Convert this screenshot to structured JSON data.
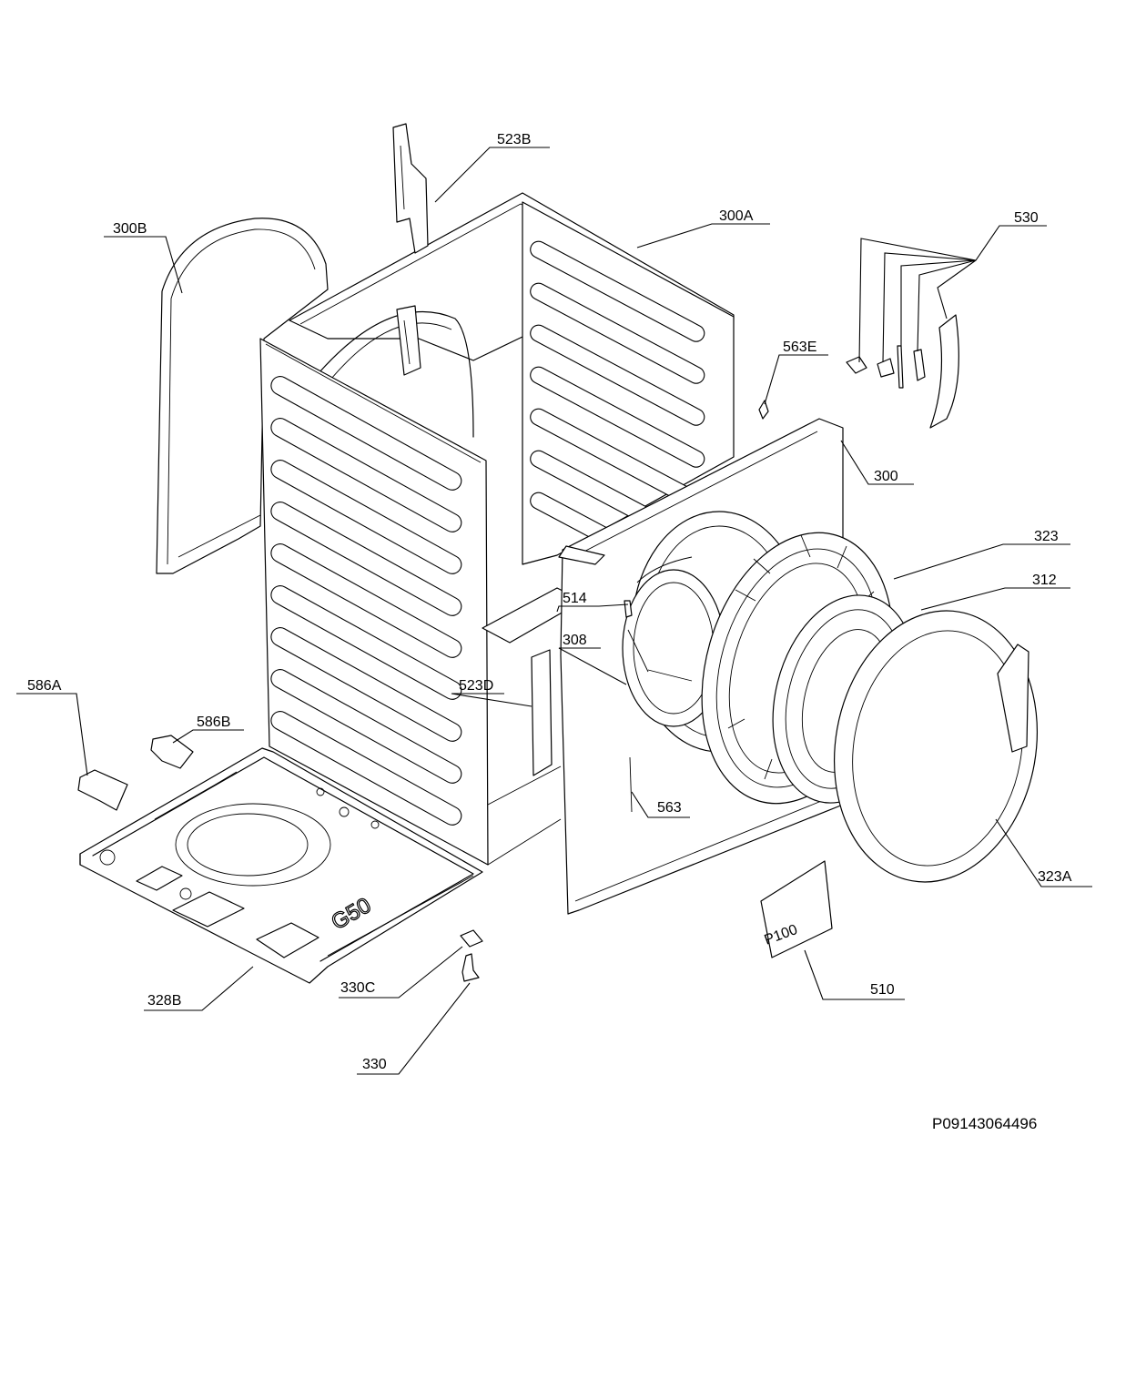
{
  "drawing": {
    "reference_code": "P09143064496",
    "body_stamp": "G50",
    "badge_stamp": "P100"
  },
  "callouts": [
    {
      "id": "523B",
      "label": "523B"
    },
    {
      "id": "300B",
      "label": "300B"
    },
    {
      "id": "300A",
      "label": "300A"
    },
    {
      "id": "530",
      "label": "530"
    },
    {
      "id": "563E",
      "label": "563E"
    },
    {
      "id": "300",
      "label": "300"
    },
    {
      "id": "323",
      "label": "323"
    },
    {
      "id": "312",
      "label": "312"
    },
    {
      "id": "514",
      "label": "514"
    },
    {
      "id": "308",
      "label": "308"
    },
    {
      "id": "586A",
      "label": "586A"
    },
    {
      "id": "586B",
      "label": "586B"
    },
    {
      "id": "523D",
      "label": "523D"
    },
    {
      "id": "563",
      "label": "563"
    },
    {
      "id": "323A",
      "label": "323A"
    },
    {
      "id": "328B",
      "label": "328B"
    },
    {
      "id": "330C",
      "label": "330C"
    },
    {
      "id": "330",
      "label": "330"
    },
    {
      "id": "510",
      "label": "510"
    }
  ]
}
